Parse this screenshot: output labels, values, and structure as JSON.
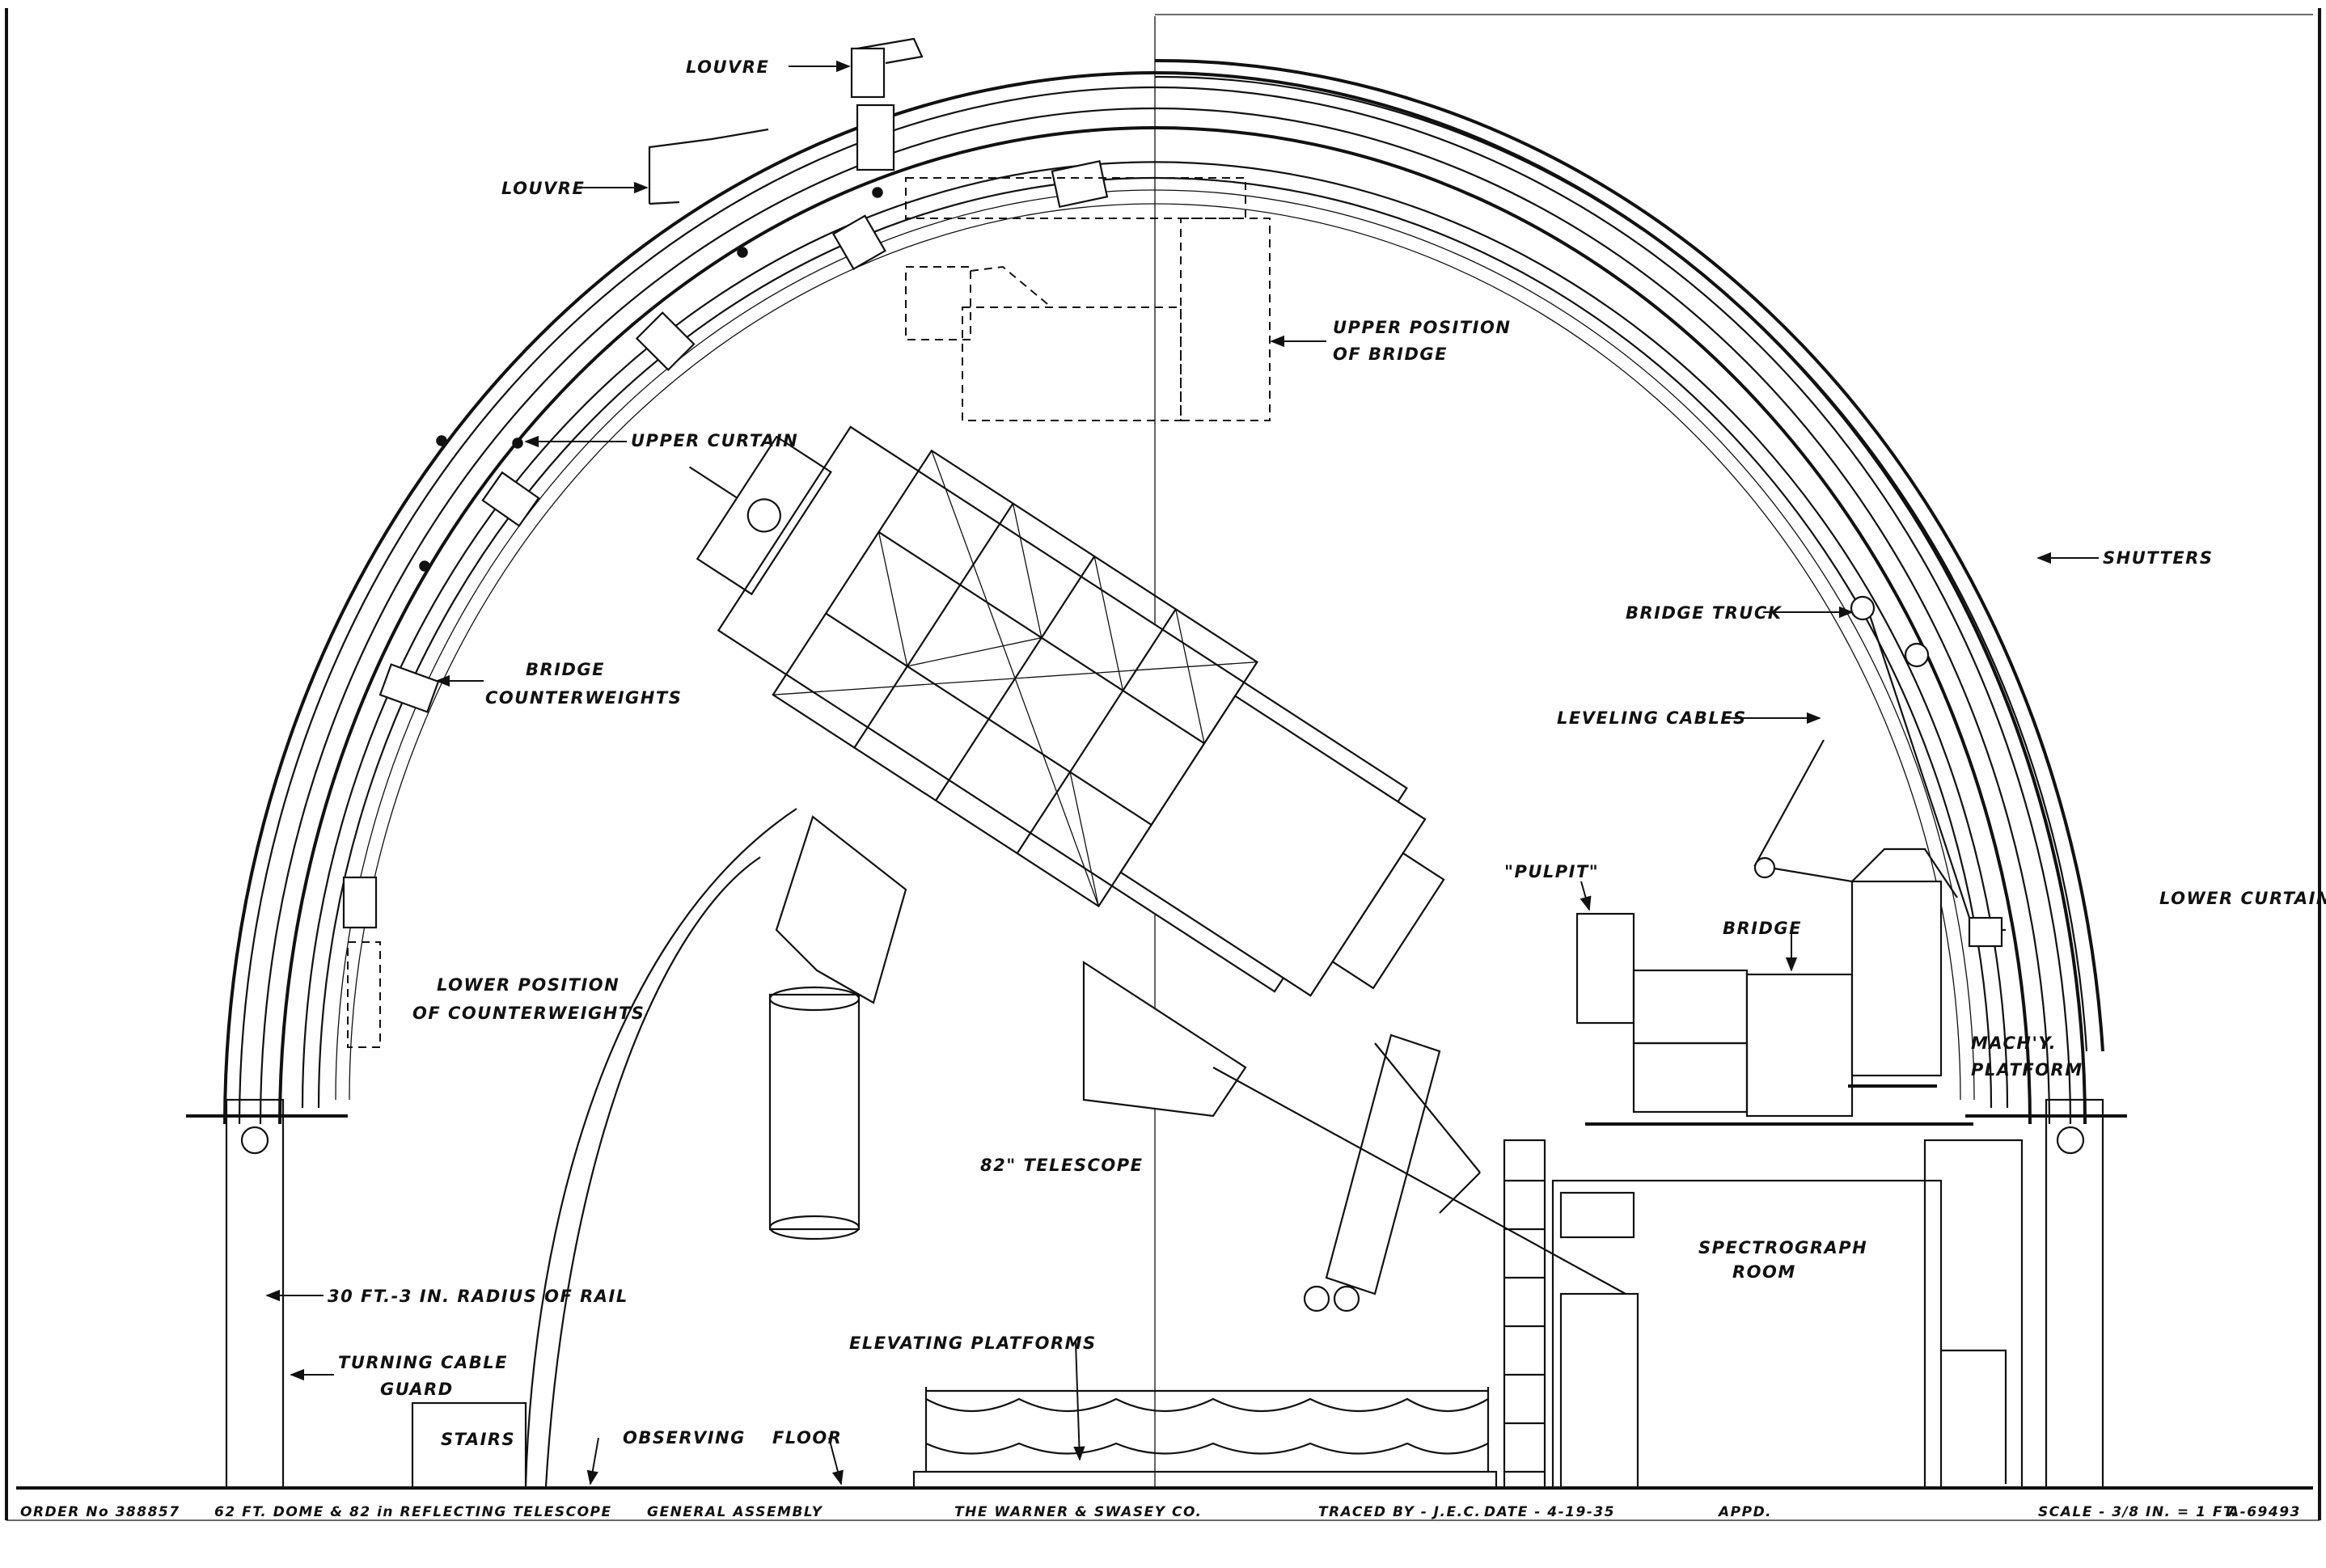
{
  "labels": {
    "louvre_top": "LOUVRE",
    "louvre_left": "LOUVRE",
    "upper_position_1": "UPPER POSITION",
    "upper_position_2": "OF BRIDGE",
    "upper_curtain": "UPPER CURTAIN",
    "bridge_cw_1": "BRIDGE",
    "bridge_cw_2": "COUNTERWEIGHTS",
    "lower_pos_1": "LOWER POSITION",
    "lower_pos_2": "OF COUNTERWEIGHTS",
    "shutters": "SHUTTERS",
    "bridge_truck": "BRIDGE TRUCK",
    "leveling_cables": "LEVELING CABLES",
    "pulpit": "\"PULPIT\"",
    "bridge": "BRIDGE",
    "lower_curtain": "LOWER CURTAIN",
    "machy_1": "MACH'Y.",
    "machy_2": "PLATFORM",
    "telescope": "82\" TELESCOPE",
    "spectro_1": "SPECTROGRAPH",
    "spectro_2": "ROOM",
    "radius_rail": "30 FT.-3 IN. RADIUS OF RAIL",
    "turning_1": "TURNING CABLE",
    "turning_2": "GUARD",
    "stairs": "STAIRS",
    "observing": "OBSERVING",
    "floor": "FLOOR",
    "elevating": "ELEVATING PLATFORMS"
  },
  "title_block": {
    "order": "ORDER No 388857",
    "title": "62 FT. DOME & 82 in REFLECTING TELESCOPE",
    "assembly": "GENERAL ASSEMBLY",
    "company": "THE WARNER & SWASEY CO.",
    "traced": "TRACED BY - J.E.C.",
    "date": "DATE - 4-19-35",
    "appd": "APPD.",
    "scale": "SCALE - 3/8 IN. = 1 FT.",
    "drawing_no": "A-69493"
  }
}
